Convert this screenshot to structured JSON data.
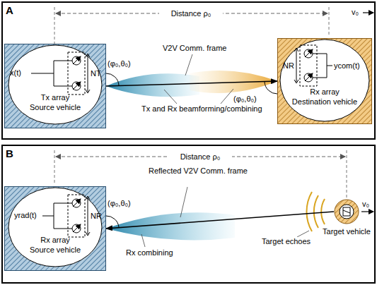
{
  "diagram": {
    "nodes": [
      {
        "text": [
          "A"
        ]
      },
      {
        "text": [
          "x(t)",
          "NT",
          "Tx array",
          "Source vehicle"
        ],
        "in": 0
      },
      {
        "text": [
          "NR",
          "ycom(t)",
          "Rx array",
          "Destination vehicle"
        ],
        "in": 0
      },
      {
        "text": [
          "B"
        ]
      },
      {
        "text": [
          "yrad(t)",
          "NR",
          "Rx array",
          "Source vehicle"
        ],
        "in": 3
      },
      {
        "text": [
          "Target vehicle"
        ],
        "in": 3
      }
    ],
    "edges": [
      {
        "from": 1,
        "to": 2,
        "arrow": "to"
      },
      {
        "from": 5,
        "to": 4,
        "arrow": "to"
      }
    ],
    "labels": [
      "Distance ρ₀",
      "v₀",
      "V2V Comm. frame",
      "(φ₀,θ₀)",
      "(φ₀,θ₀)",
      "Tx and Rx beamforming/combining",
      "Distance ρ₀",
      "(φ₀,θ₀)",
      "Reflected V2V Comm. frame",
      "Rx combining",
      "Target echoes",
      "v₀"
    ]
  }
}
